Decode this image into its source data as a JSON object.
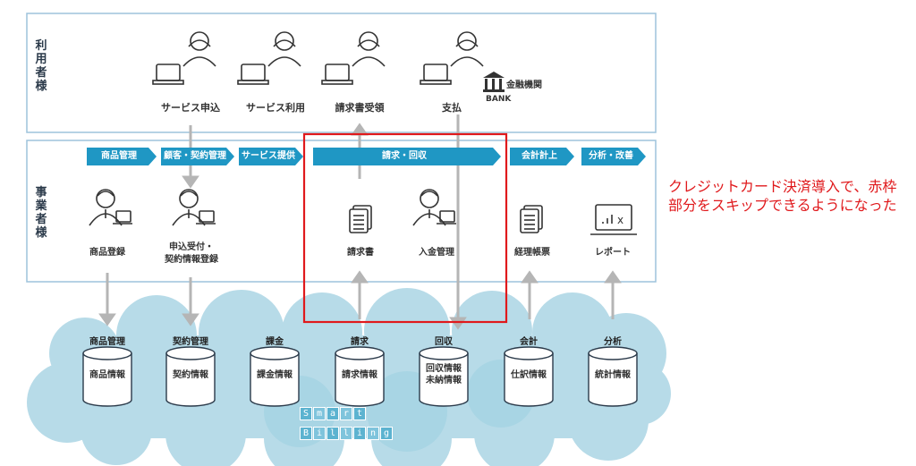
{
  "sections": {
    "users_label": "利用者様",
    "business_label": "事業者様"
  },
  "user_actions": [
    {
      "label": "サービス申込"
    },
    {
      "label": "サービス利用"
    },
    {
      "label": "請求書受領"
    },
    {
      "label": "支払"
    }
  ],
  "bank_label": "金融機関",
  "bank_small": "BANK",
  "phases": [
    {
      "label": "商品管理"
    },
    {
      "label": "顧客・契約管理"
    },
    {
      "label": "サービス提供"
    },
    {
      "label": "請求・回収"
    },
    {
      "label": "会計計上"
    },
    {
      "label": "分析・改善"
    }
  ],
  "business_tasks": [
    {
      "label": "商品登録"
    },
    {
      "label": "申込受付・\n契約情報登録"
    },
    {
      "label": "請求書"
    },
    {
      "label": "入金管理"
    },
    {
      "label": "経理帳票"
    },
    {
      "label": "レポート"
    }
  ],
  "cloud_items": [
    {
      "category": "商品管理",
      "db": "商品情報"
    },
    {
      "category": "契約管理",
      "db": "契約情報"
    },
    {
      "category": "課金",
      "db": "課金情報"
    },
    {
      "category": "請求",
      "db": "請求情報"
    },
    {
      "category": "回収",
      "db": "回収情報\n未納情報"
    },
    {
      "category": "会計",
      "db": "仕訳情報"
    },
    {
      "category": "分析",
      "db": "統計情報"
    }
  ],
  "brand": {
    "row1": [
      "S",
      "m",
      "a",
      "r",
      "t"
    ],
    "row2": [
      "B",
      "i",
      "l",
      "l",
      "i",
      "n",
      "g"
    ]
  },
  "note": "クレジットカード決済導入で、赤枠部分をスキップできるようになった",
  "colors": {
    "phase_blue": "#1f97c4",
    "frame_blue": "#9dc3dc",
    "cloud": "#b7dbe8",
    "highlight_red": "#e0191c",
    "arrow_gray": "#b5b5b5"
  }
}
